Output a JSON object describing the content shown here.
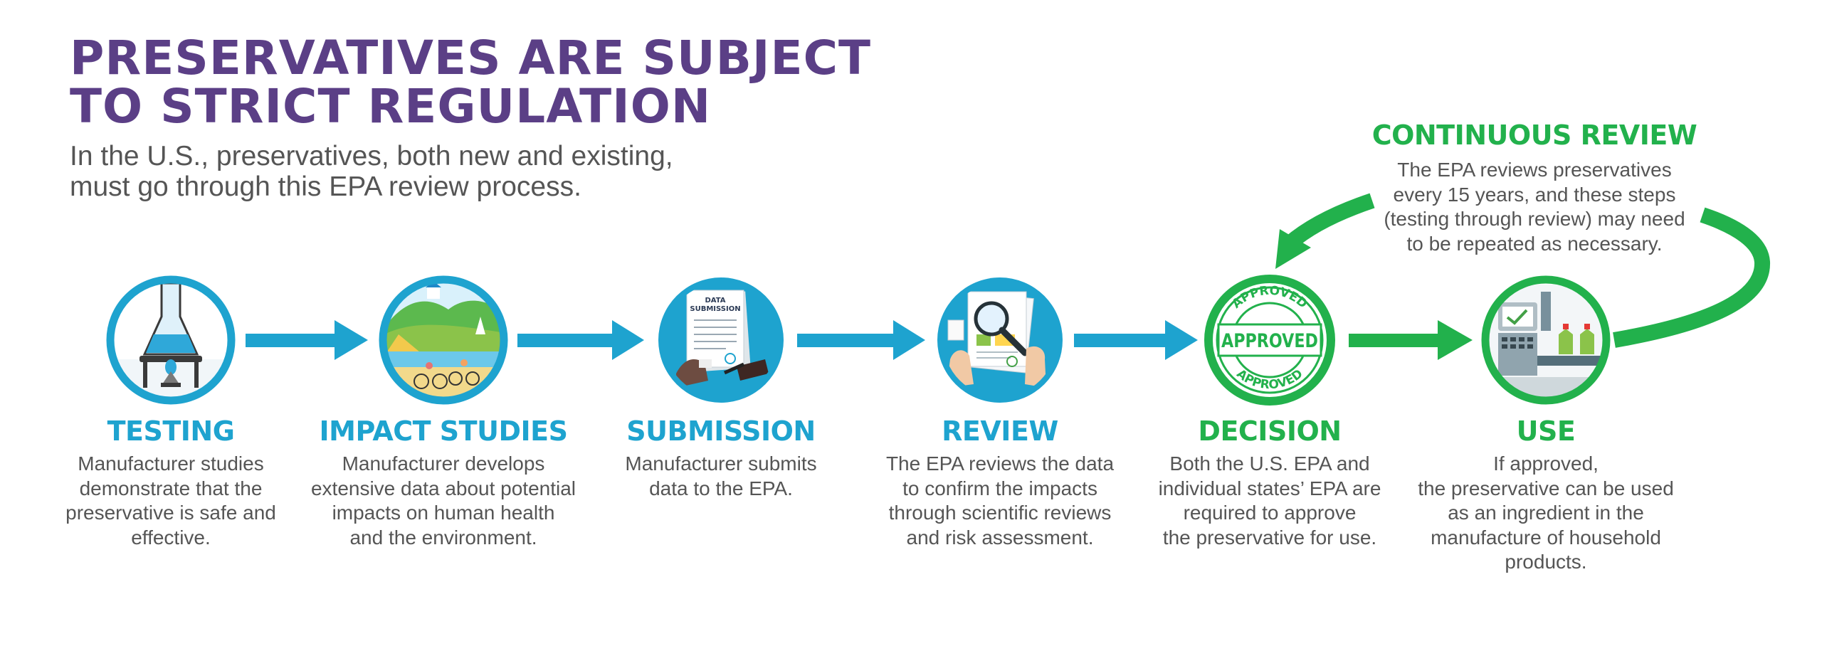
{
  "header": {
    "title_lines": [
      "PRESERVATIVES ARE SUBJECT",
      "TO STRICT REGULATION"
    ],
    "subtitle_lines": [
      "In the U.S., preservatives, both new and existing,",
      "must go through this EPA review process."
    ]
  },
  "colors": {
    "title": "#5b3f86",
    "blue": "#1ea3cf",
    "green": "#22b14c",
    "text": "#555555"
  },
  "steps": [
    {
      "title": "TESTING",
      "icon": "lab-flask-icon",
      "color": "blue",
      "desc_lines": [
        "Manufacturer studies",
        "demonstrate that the",
        "preservative is safe and",
        "effective."
      ]
    },
    {
      "title": "IMPACT STUDIES",
      "icon": "environment-landscape-icon",
      "color": "blue",
      "desc_lines": [
        "Manufacturer develops",
        "extensive data about potential",
        "impacts on human health",
        "and the environment."
      ]
    },
    {
      "title": "SUBMISSION",
      "icon": "data-submission-document-icon",
      "color": "blue",
      "doc_label": [
        "DATA",
        "SUBMISSION"
      ],
      "desc_lines": [
        "Manufacturer submits",
        "data to the EPA."
      ]
    },
    {
      "title": "REVIEW",
      "icon": "magnifying-glass-review-icon",
      "color": "blue",
      "desc_lines": [
        "The EPA reviews the data",
        "to confirm the impacts",
        "through scientific reviews",
        "and risk assessment."
      ]
    },
    {
      "title": "DECISION",
      "icon": "approved-stamp-icon",
      "color": "green",
      "stamp_text": {
        "top": "APPROVED",
        "center": "APPROVED",
        "bottom": "APPROVED"
      },
      "desc_lines": [
        "Both the U.S. EPA and",
        "individual states’ EPA are",
        "required to approve",
        "the preservative for use."
      ]
    },
    {
      "title": "USE",
      "icon": "factory-production-line-icon",
      "color": "green",
      "desc_lines": [
        "If approved,",
        "the preservative can be used",
        "as an ingredient in the",
        "manufacture of household",
        "products."
      ]
    }
  ],
  "continuous_review": {
    "title": "CONTINUOUS REVIEW",
    "desc_lines": [
      "The EPA reviews preservatives",
      "every 15 years, and these steps",
      "(testing through review) may need",
      "to be repeated as necessary."
    ]
  }
}
